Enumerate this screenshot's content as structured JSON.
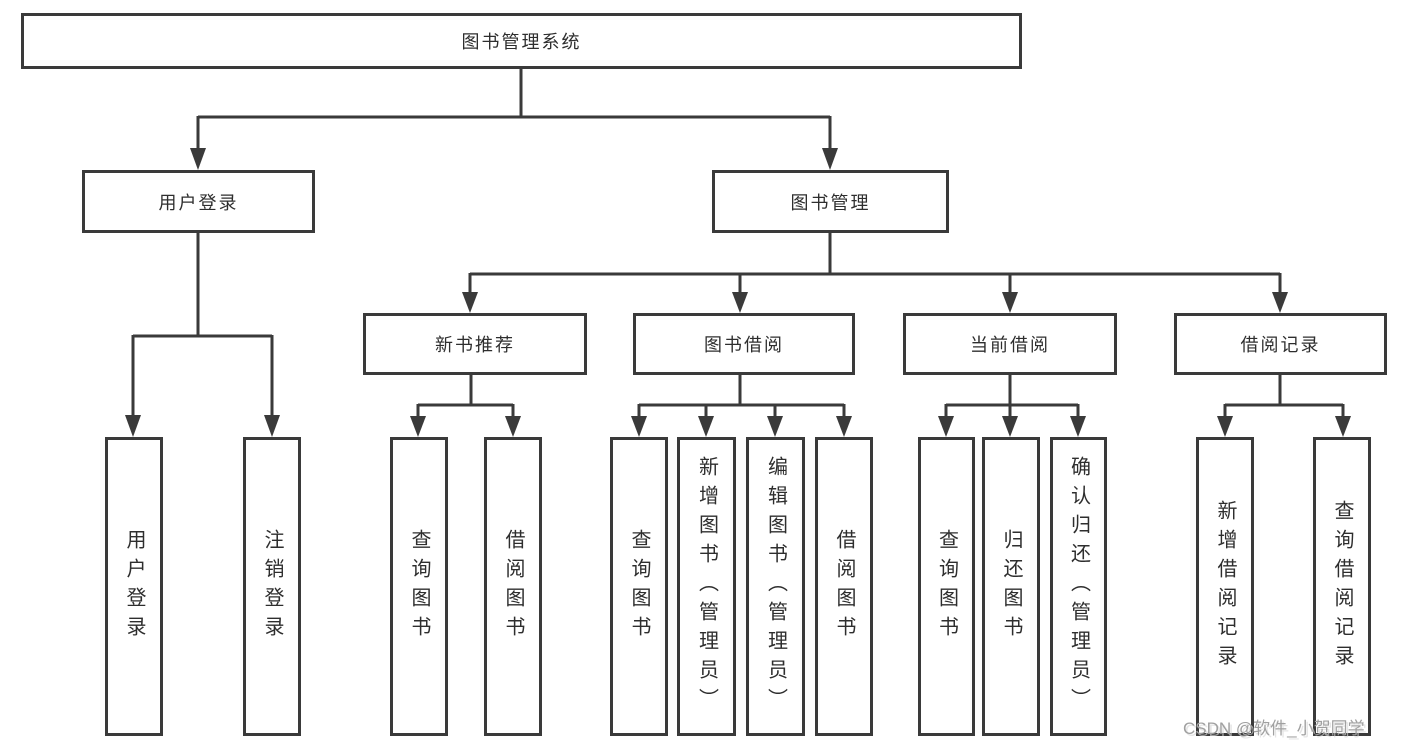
{
  "diagram": {
    "root": {
      "label": "图书管理系统"
    },
    "level1": [
      {
        "label": "用户登录"
      },
      {
        "label": "图书管理"
      }
    ],
    "level2": [
      {
        "label": "新书推荐"
      },
      {
        "label": "图书借阅"
      },
      {
        "label": "当前借阅"
      },
      {
        "label": "借阅记录"
      }
    ],
    "leaves": {
      "user_login": [
        "用户登录",
        "注销登录"
      ],
      "new_book_recommend": [
        "查询图书",
        "借阅图书"
      ],
      "book_borrow": [
        "查询图书",
        "新增图书（管理员）",
        "编辑图书（管理员）",
        "借阅图书"
      ],
      "current_borrow": [
        "查询图书",
        "归还图书",
        "确认归还（管理员）"
      ],
      "borrow_records": [
        "新增借阅记录",
        "查询借阅记录"
      ]
    }
  },
  "watermark": {
    "text": "CSDN @软件_小贺同学"
  },
  "colors": {
    "line": "#3a3a3a",
    "text": "#2e2e2e",
    "watermark": "#a0a0a0",
    "background": "#ffffff"
  }
}
